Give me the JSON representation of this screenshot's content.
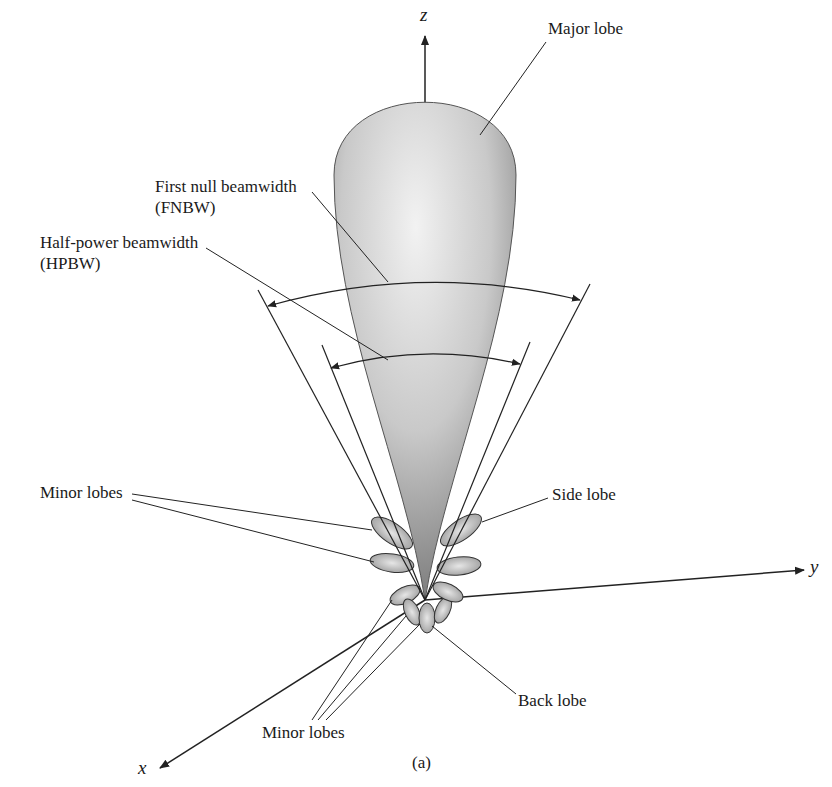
{
  "diagram": {
    "caption": "(a)",
    "labels": [
      "z",
      "Major lobe",
      "First null beamwidth (FNBW)",
      "Half-power beamwidth (HPBW)",
      "Minor lobes",
      "Side lobe",
      "y",
      "Back lobe",
      "Minor lobes",
      "x"
    ]
  }
}
